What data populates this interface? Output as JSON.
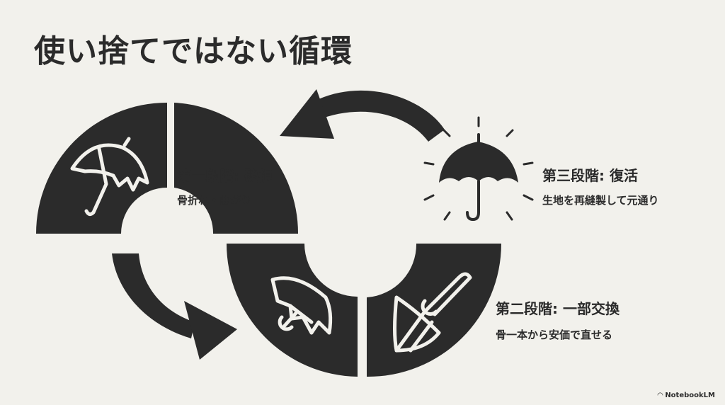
{
  "title": "使い捨てではない循環",
  "stages": [
    {
      "title": "第一段階: 破損",
      "desc": "骨折れ・曲がり"
    },
    {
      "title": "第二段階: 一部交換",
      "desc": "骨一本から安価で直せる"
    },
    {
      "title": "第三段階: 復活",
      "desc": "生地を再縫製して元通り"
    }
  ],
  "brand": "NotebookLM",
  "colors": {
    "background": "#f2f1ec",
    "ink": "#2b2b2b"
  },
  "icons": [
    "broken-umbrella-icon",
    "umbrella-wrench-icon",
    "inverted-umbrella-wrench-icon",
    "shining-umbrella-icon",
    "cycle-arrow-icon"
  ]
}
